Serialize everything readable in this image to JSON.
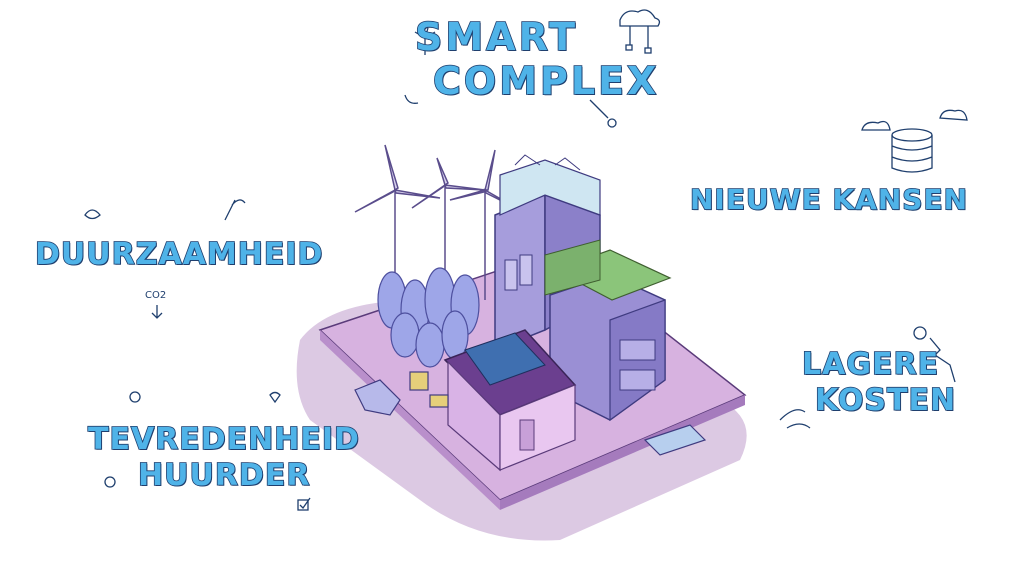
{
  "title": {
    "line1": "SMART",
    "line2": "COMPLEX"
  },
  "labels": {
    "duurzaamheid": "DUURZAAMHEID",
    "nieuwe_kansen": "NIEUWE KANSEN",
    "lagere_line1": "LAGERE",
    "lagere_line2": "KOSTEN",
    "tevreden_line1": "TEVREDENHEID",
    "tevreden_line2": "HUURDER"
  },
  "annotations": {
    "co2": "CO2"
  },
  "colors": {
    "text_fill": "#4fb3e8",
    "text_outline": "#1f3f6e",
    "ground": "#d7b8e0",
    "building": "#9a8fd4",
    "roof": "#6b3f8f"
  }
}
